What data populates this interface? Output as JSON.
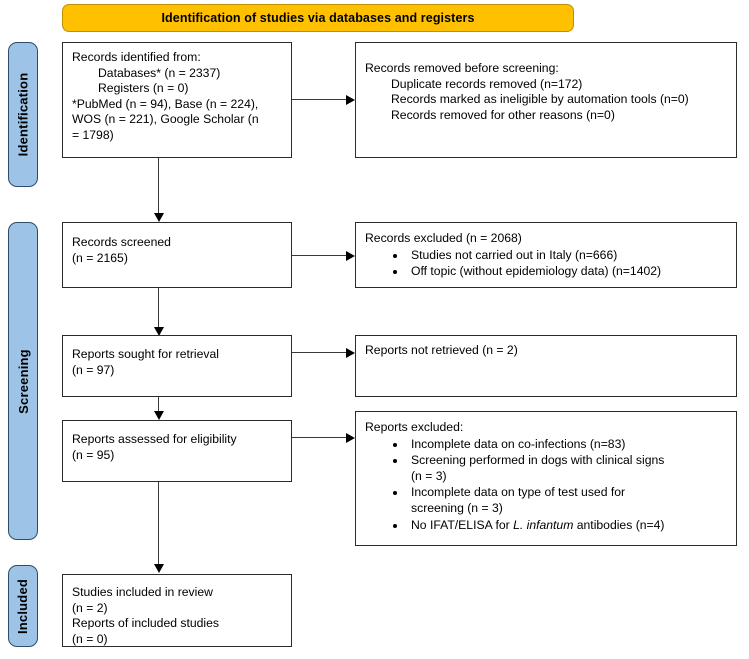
{
  "banner": {
    "title": "Identification of studies via databases and registers"
  },
  "stages": [
    {
      "id": "identification",
      "label": "Identification"
    },
    {
      "id": "screening",
      "label": "Screening"
    },
    {
      "id": "included",
      "label": "Included"
    }
  ],
  "boxes": {
    "records_identified": {
      "title": "Records identified from:",
      "sub1": "Databases* (n = 2337)",
      "sub2": "Registers (n = 0)",
      "note1": "*PubMed (n = 94), Base (n = 224),",
      "note2": "WOS (n = 221), Google Scholar (n",
      "note3": "= 1798)"
    },
    "records_removed": {
      "title": "Records removed before screening:",
      "sub1": "Duplicate records removed (n=172)",
      "sub2": "Records marked as ineligible by automation tools (n=0)",
      "sub3": "Records removed for other reasons (n=0)"
    },
    "records_screened": {
      "line1": "Records screened",
      "line2": "(n = 2165)"
    },
    "records_excluded": {
      "title": "Records excluded (n = 2068)",
      "bullets": [
        "Studies not carried out in Italy (n=666)",
        "Off topic (without epidemiology data) (n=1402)"
      ]
    },
    "reports_sought": {
      "line1": "Reports sought for retrieval",
      "line2": "(n = 97)"
    },
    "reports_not_retrieved": {
      "line1": "Reports not retrieved (n = 2)"
    },
    "reports_assessed": {
      "line1": "Reports assessed for eligibility",
      "line2": "(n = 95)"
    },
    "reports_excluded": {
      "title": "Reports excluded:",
      "bullet1": "Incomplete data on co-infections (n=83)",
      "bullet2a": "Screening performed in dogs with clinical signs",
      "bullet2b": "(n = 3)",
      "bullet3a": "Incomplete data on type of test used for",
      "bullet3b": "screening (n = 3)",
      "bullet4_pre": "No IFAT/ELISA for ",
      "bullet4_italic": "L. infantum",
      "bullet4_post": " antibodies (n=4)"
    },
    "studies_included": {
      "line1": "Studies included in review",
      "line2": "(n = 2)",
      "line3": "Reports of included studies",
      "line4": "(n = 0)"
    }
  },
  "colors": {
    "banner_fill": "#FFC000",
    "banner_border": "#BF9000",
    "stage_fill": "#9DC3E6",
    "stage_border": "#2E4C6B",
    "box_border": "#2b2b2b",
    "text": "#000000"
  }
}
